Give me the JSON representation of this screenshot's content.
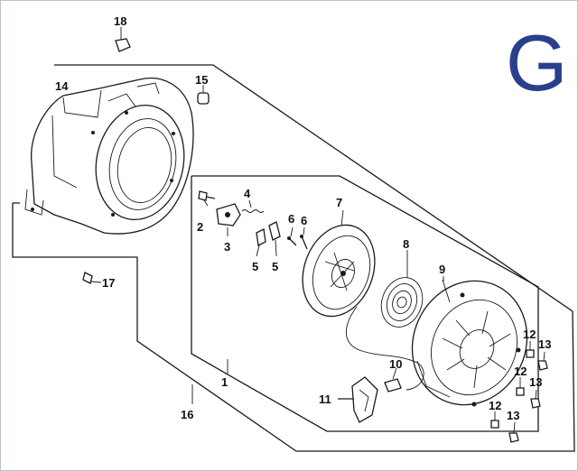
{
  "section_letter": "G",
  "colors": {
    "section_letter": "#2a3f8c",
    "line": "#1a1a1a"
  },
  "callouts": {
    "c1": "1",
    "c2": "2",
    "c3": "3",
    "c4": "4",
    "c5a": "5",
    "c5b": "5",
    "c6a": "6",
    "c6b": "6",
    "c7": "7",
    "c8": "8",
    "c9": "9",
    "c10": "10",
    "c11": "11",
    "c12a": "12",
    "c12b": "12",
    "c12c": "12",
    "c13a": "13",
    "c13b": "13",
    "c13c": "13",
    "c14": "14",
    "c15": "15",
    "c16": "16",
    "c17": "17",
    "c18": "18"
  }
}
